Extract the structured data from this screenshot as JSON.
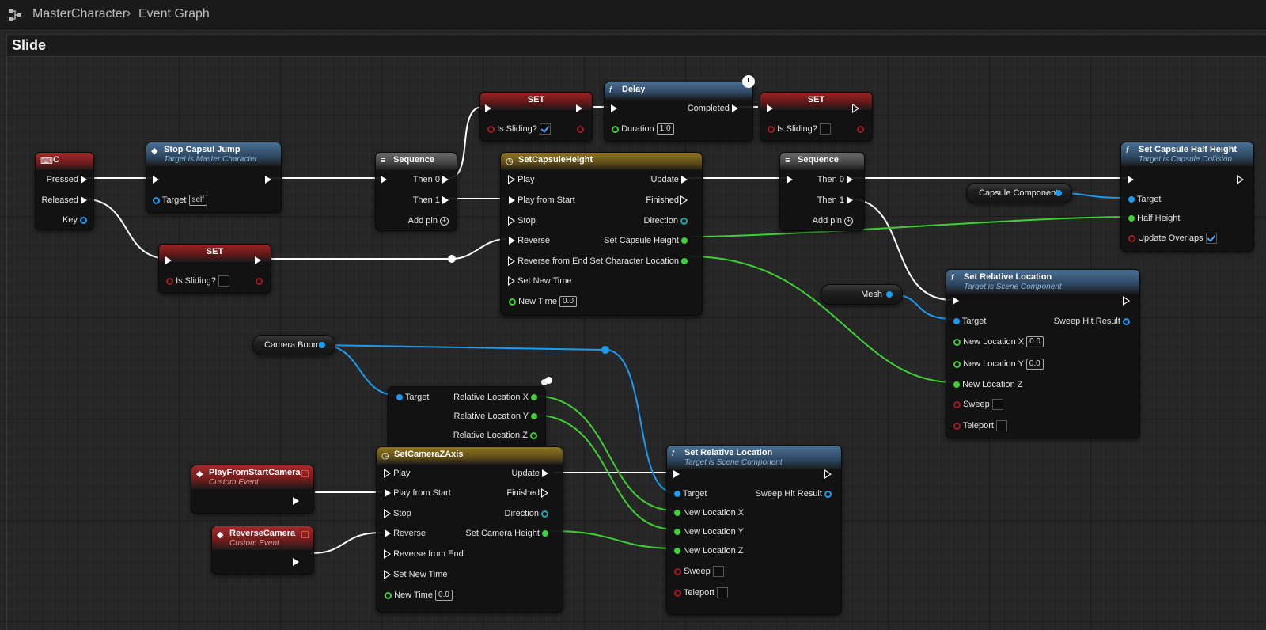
{
  "breadcrumb": {
    "blueprint": "MasterCharacter",
    "graph": "Event Graph"
  },
  "comment": {
    "title": "Slide"
  },
  "nodes": {
    "key_c": {
      "title": "C",
      "pressed": "Pressed",
      "released": "Released",
      "key": "Key"
    },
    "stop_jump": {
      "title": "Stop Capsul Jump",
      "subtitle": "Target is Master Character",
      "target": "Target",
      "target_value": "self"
    },
    "set_sliding_false": {
      "title": "SET",
      "var": "Is Sliding?"
    },
    "sequence1": {
      "title": "Sequence",
      "then0": "Then 0",
      "then1": "Then 1",
      "add_pin": "Add pin"
    },
    "set_sliding_true": {
      "title": "SET",
      "var": "Is Sliding?"
    },
    "delay": {
      "title": "Delay",
      "completed": "Completed",
      "duration": "Duration",
      "duration_value": "1.0"
    },
    "set_sliding_false2": {
      "title": "SET",
      "var": "Is Sliding?"
    },
    "capsule_timeline": {
      "title": "SetCapsuleHeight",
      "play": "Play",
      "play_from_start": "Play from Start",
      "stop": "Stop",
      "reverse": "Reverse",
      "reverse_from_end": "Reverse from End",
      "set_new_time": "Set New Time",
      "new_time": "New Time",
      "new_time_value": "0.0",
      "update": "Update",
      "finished": "Finished",
      "direction": "Direction",
      "out1": "Set Capsule Height",
      "out2": "Set Character Location"
    },
    "sequence2": {
      "title": "Sequence",
      "then0": "Then 0",
      "then1": "Then 1",
      "add_pin": "Add pin"
    },
    "capsule_component": {
      "label": "Capsule Component"
    },
    "set_half_height": {
      "title": "Set Capsule Half Height",
      "subtitle": "Target is Capsule Collision",
      "target": "Target",
      "half_height": "Half Height",
      "update_overlaps": "Update Overlaps"
    },
    "mesh": {
      "label": "Mesh"
    },
    "set_rel_loc1": {
      "title": "Set Relative Location",
      "subtitle": "Target is Scene Component",
      "target": "Target",
      "sweep_hit": "Sweep Hit Result",
      "x": "New Location X",
      "x_value": "0.0",
      "y": "New Location Y",
      "y_value": "0.0",
      "z": "New Location Z",
      "sweep": "Sweep",
      "teleport": "Teleport"
    },
    "camera_boom": {
      "label": "Camera Boom"
    },
    "break_loc": {
      "target": "Target",
      "x": "Relative Location X",
      "y": "Relative Location Y",
      "z": "Relative Location Z"
    },
    "play_from_start_camera": {
      "title": "PlayFromStartCamera",
      "subtitle": "Custom Event"
    },
    "reverse_camera": {
      "title": "ReverseCamera",
      "subtitle": "Custom Event"
    },
    "camera_timeline": {
      "title": "SetCameraZAxis",
      "play": "Play",
      "play_from_start": "Play from Start",
      "stop": "Stop",
      "reverse": "Reverse",
      "reverse_from_end": "Reverse from End",
      "set_new_time": "Set New Time",
      "new_time": "New Time",
      "new_time_value": "0.0",
      "update": "Update",
      "finished": "Finished",
      "direction": "Direction",
      "out1": "Set Camera Height"
    },
    "set_rel_loc2": {
      "title": "Set Relative Location",
      "subtitle": "Target is Scene Component",
      "target": "Target",
      "sweep_hit": "Sweep Hit Result",
      "x": "New Location X",
      "y": "New Location Y",
      "z": "New Location Z",
      "sweep": "Sweep",
      "teleport": "Teleport"
    }
  },
  "colors": {
    "exec": "#ffffff",
    "object": "#1b9cf0",
    "float": "#3ecf35",
    "bool": "#a31b1b",
    "background": "#262626"
  }
}
